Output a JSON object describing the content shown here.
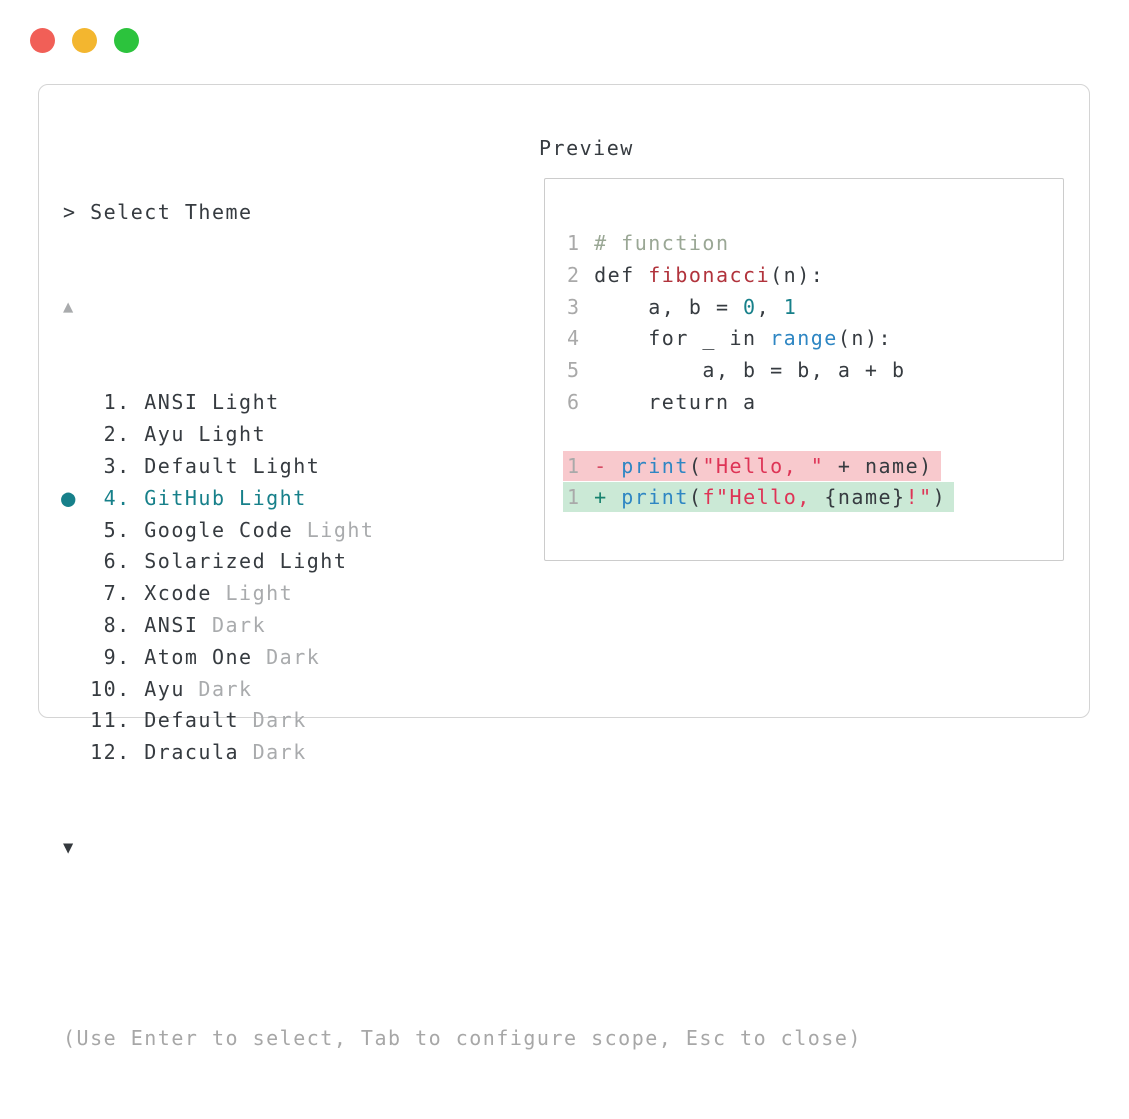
{
  "window": {
    "traffic_lights": [
      {
        "name": "close-button",
        "color": "#f15f57"
      },
      {
        "name": "minimize-button",
        "color": "#f3b62f"
      },
      {
        "name": "zoom-button",
        "color": "#2cc33d"
      }
    ]
  },
  "palette": {
    "prompt": "> ",
    "title": "Select Theme",
    "scroll_up_icon": "▲",
    "scroll_down_icon": "▼",
    "items": [
      {
        "number": "1",
        "label": "ANSI Light",
        "muted_suffix": "",
        "selected": false
      },
      {
        "number": "2",
        "label": "Ayu Light",
        "muted_suffix": "",
        "selected": false
      },
      {
        "number": "3",
        "label": "Default Light",
        "muted_suffix": "",
        "selected": false
      },
      {
        "number": "4",
        "label": "GitHub Light",
        "muted_suffix": "",
        "selected": true
      },
      {
        "number": "5",
        "label": "Google Code",
        "muted_suffix": "Light",
        "selected": false
      },
      {
        "number": "6",
        "label": "Solarized Light",
        "muted_suffix": "",
        "selected": false
      },
      {
        "number": "7",
        "label": "Xcode",
        "muted_suffix": "Light",
        "selected": false
      },
      {
        "number": "8",
        "label": "ANSI",
        "muted_suffix": "Dark",
        "selected": false
      },
      {
        "number": "9",
        "label": "Atom One",
        "muted_suffix": "Dark",
        "selected": false
      },
      {
        "number": "10",
        "label": "Ayu",
        "muted_suffix": "Dark",
        "selected": false
      },
      {
        "number": "11",
        "label": "Default",
        "muted_suffix": "Dark",
        "selected": false
      },
      {
        "number": "12",
        "label": "Dracula",
        "muted_suffix": "Dark",
        "selected": false
      }
    ],
    "footer_hint": "(Use Enter to select, Tab to configure scope, Esc to close)"
  },
  "preview": {
    "label": "Preview",
    "code_lines": [
      {
        "type": "code",
        "tokens": [
          [
            "ln",
            "1 "
          ],
          [
            "cm",
            "# function"
          ]
        ]
      },
      {
        "type": "code",
        "tokens": [
          [
            "ln",
            "2 "
          ],
          [
            "d",
            "def "
          ],
          [
            "fn",
            "fibonacci"
          ],
          [
            "d",
            "(n):"
          ]
        ]
      },
      {
        "type": "code",
        "tokens": [
          [
            "ln",
            "3 "
          ],
          [
            "d",
            "    a, b = "
          ],
          [
            "num",
            "0"
          ],
          [
            "d",
            ", "
          ],
          [
            "num",
            "1"
          ]
        ]
      },
      {
        "type": "code",
        "tokens": [
          [
            "ln",
            "4 "
          ],
          [
            "d",
            "    for _ in "
          ],
          [
            "bi",
            "range"
          ],
          [
            "d",
            "(n):"
          ]
        ]
      },
      {
        "type": "code",
        "tokens": [
          [
            "ln",
            "5 "
          ],
          [
            "d",
            "        a, b = b, a + b"
          ]
        ]
      },
      {
        "type": "code",
        "tokens": [
          [
            "ln",
            "6 "
          ],
          [
            "d",
            "    return a"
          ]
        ]
      },
      {
        "type": "blank",
        "tokens": []
      },
      {
        "type": "del",
        "tokens": [
          [
            "ln",
            "1 "
          ],
          [
            "minus",
            "- "
          ],
          [
            "bi",
            "print"
          ],
          [
            "d",
            "("
          ],
          [
            "str",
            "\"Hello, \""
          ],
          [
            "d",
            " + name)"
          ]
        ]
      },
      {
        "type": "add",
        "tokens": [
          [
            "ln",
            "1 "
          ],
          [
            "plus",
            "+ "
          ],
          [
            "bi",
            "print"
          ],
          [
            "d",
            "("
          ],
          [
            "str",
            "f\"Hello, "
          ],
          [
            "d",
            "{name}"
          ],
          [
            "str",
            "!\""
          ],
          [
            "d",
            ")"
          ]
        ]
      }
    ]
  },
  "colors": {
    "accent_teal": "#17808a",
    "text_dark": "#363b40",
    "text_muted": "#a9abad",
    "diff_del_bg": "#f8c9cd",
    "diff_add_bg": "#cbe9d6",
    "panel_border": "#d4d4d4"
  }
}
